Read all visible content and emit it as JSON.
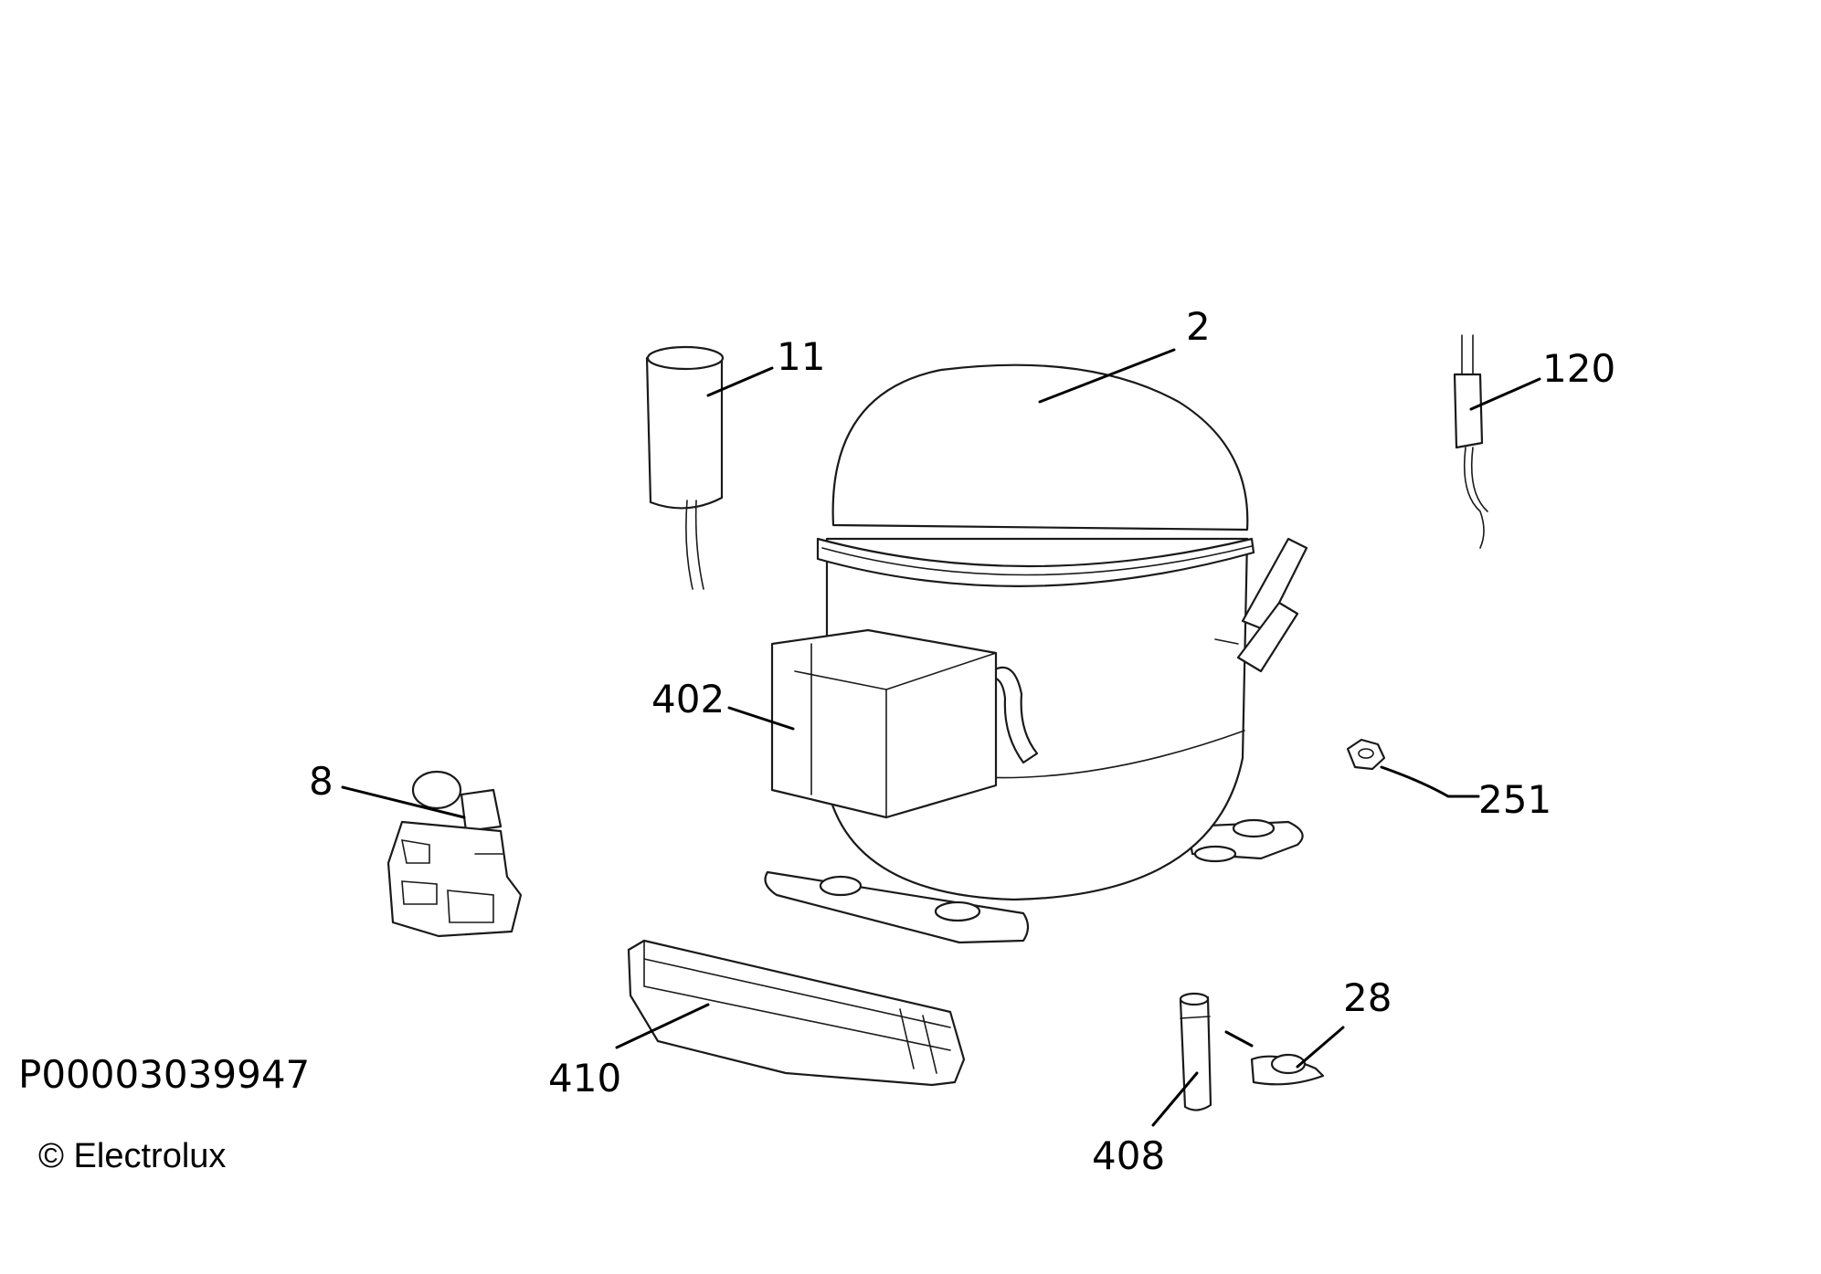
{
  "diagram": {
    "callouts": [
      "2",
      "11",
      "120",
      "402",
      "8",
      "251",
      "28",
      "410",
      "408"
    ],
    "reference_number": "P00003039947",
    "copyright": "© Electrolux"
  }
}
